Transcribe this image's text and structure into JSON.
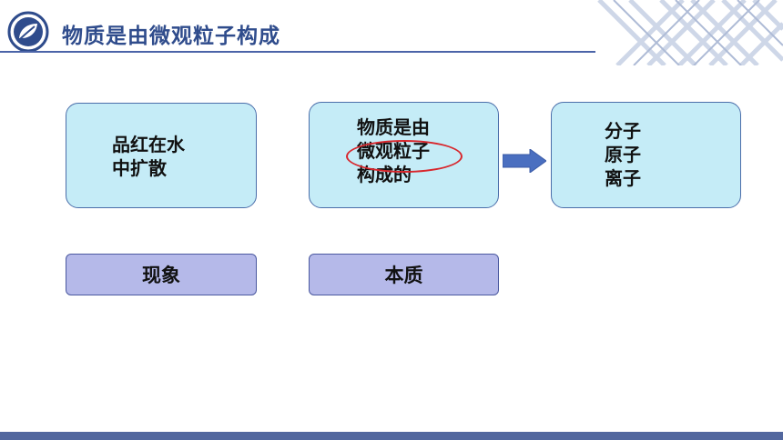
{
  "header": {
    "title": "物质是由微观粒子构成"
  },
  "boxes": {
    "phenomenon_lines": [
      "品红在水",
      "中扩散"
    ],
    "essence_lines": [
      "物质是由",
      "微观粒子",
      "构成的"
    ],
    "particles_lines": [
      "分子",
      "原子",
      "离子"
    ]
  },
  "labels": {
    "phenomenon": "现象",
    "essence": "本质"
  },
  "icons": {
    "logo": "leaf-logo-icon",
    "arrow": "right-arrow-icon"
  },
  "colors": {
    "title": "#2f4c8c",
    "box_fill": "#c5ecf7",
    "label_fill": "#b5b9e9",
    "highlight_oval": "#d8262c",
    "arrow": "#4a6fc0",
    "bottom_bar": "#52679e"
  }
}
